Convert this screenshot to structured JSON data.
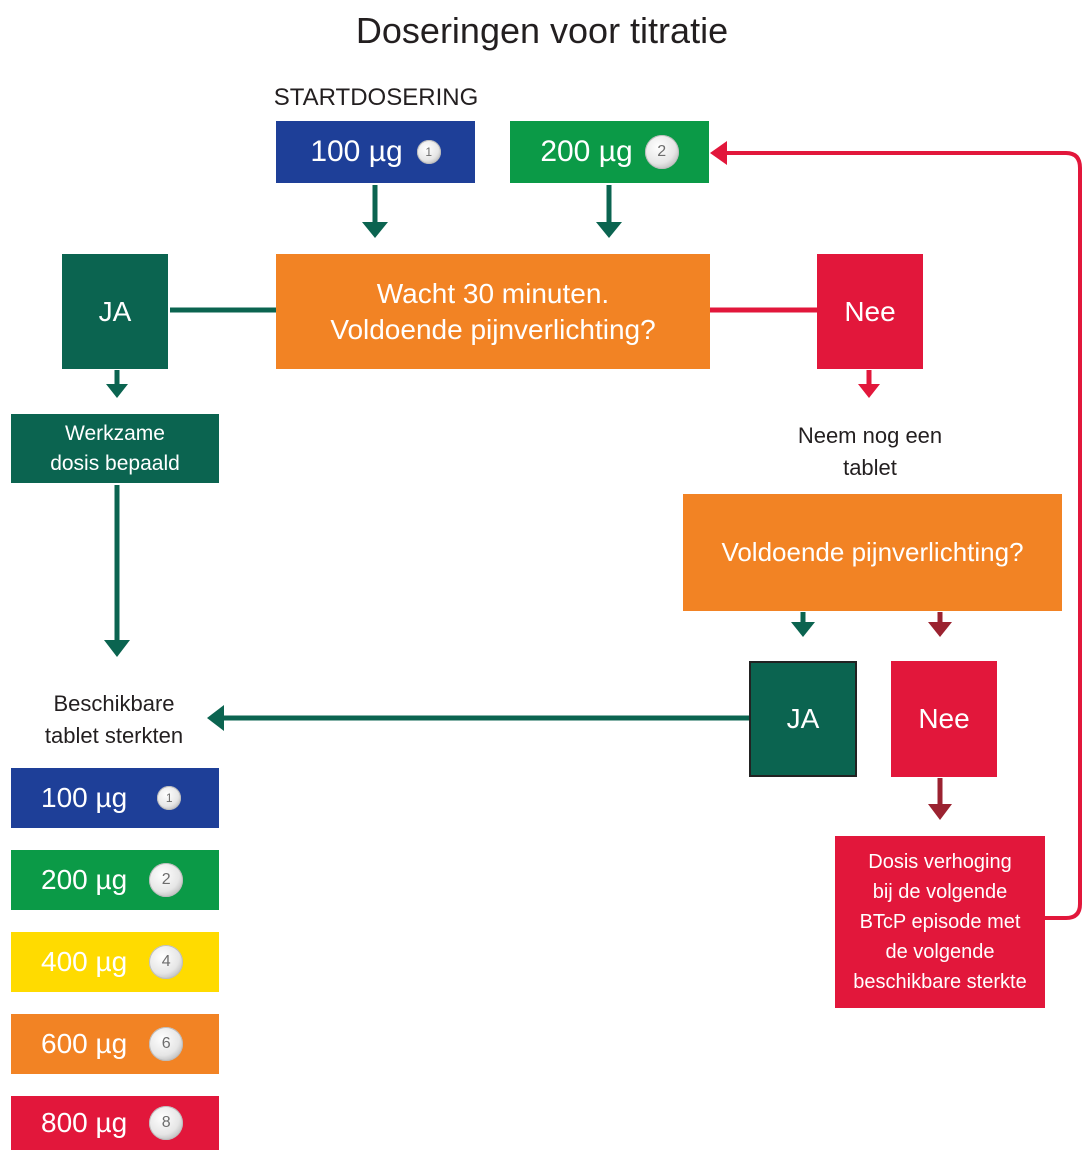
{
  "title": "Doseringen voor titratie",
  "start_label": "STARTDOSERING",
  "start_boxes": [
    {
      "dose": "100 µg",
      "tablet": "1",
      "color": "#1e3f98"
    },
    {
      "dose": "200 µg",
      "tablet": "2",
      "color": "#0b9a47"
    }
  ],
  "wait_box": {
    "line1": "Wacht 30 minuten.",
    "line2": "Voldoende pijnverlichting?"
  },
  "yes_label": "JA",
  "no_label": "Nee",
  "effective_dose": {
    "line1": "Werkzame",
    "line2": "dosis bepaald"
  },
  "take_another": {
    "line1": "Neem nog een",
    "line2": "tablet"
  },
  "check_box": "Voldoende pijnverlichting?",
  "second_yes": "JA",
  "second_no": "Nee",
  "increase_box": {
    "line1": "Dosis verhoging",
    "line2": "bij de volgende",
    "line3": "BTcP episode met",
    "line4": "de volgende",
    "line5": "beschikbare sterkte"
  },
  "available": {
    "line1": "Beschikbare",
    "line2": "tablet sterkten"
  },
  "strengths": [
    {
      "dose": "100 µg",
      "tablet": "1",
      "color": "#1e3f98"
    },
    {
      "dose": "200 µg",
      "tablet": "2",
      "color": "#0b9a47"
    },
    {
      "dose": "400 µg",
      "tablet": "4",
      "color": "#ffdb00"
    },
    {
      "dose": "600 µg",
      "tablet": "6",
      "color": "#f28324"
    },
    {
      "dose": "800 µg",
      "tablet": "8",
      "color": "#e2173b"
    }
  ],
  "colors": {
    "yes": "#0b6450",
    "no": "#e2173b",
    "decision": "#f28324",
    "no_arrow": "#9b2230"
  }
}
